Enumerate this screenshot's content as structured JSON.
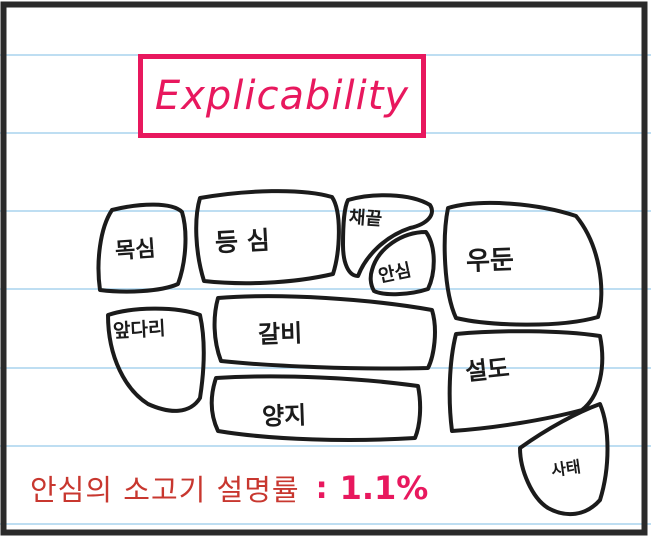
{
  "title": "Explicability",
  "cuts": {
    "moksim": "목심",
    "deungsim": "등 심",
    "chaekkeut": "채끝",
    "ansim": "안심",
    "udun": "우둔",
    "apdari": "앞다리",
    "galbi": "갈비",
    "yangji": "양지",
    "seoldo": "설도",
    "satae": "사태"
  },
  "footer": {
    "label": "안심의 소고기 설명률",
    "value": "1.1%"
  },
  "colors": {
    "accent": "#e8185e",
    "footer_text": "#c8372f",
    "ink": "#1b1b1b",
    "ruled_line": "#a9d4ee"
  }
}
